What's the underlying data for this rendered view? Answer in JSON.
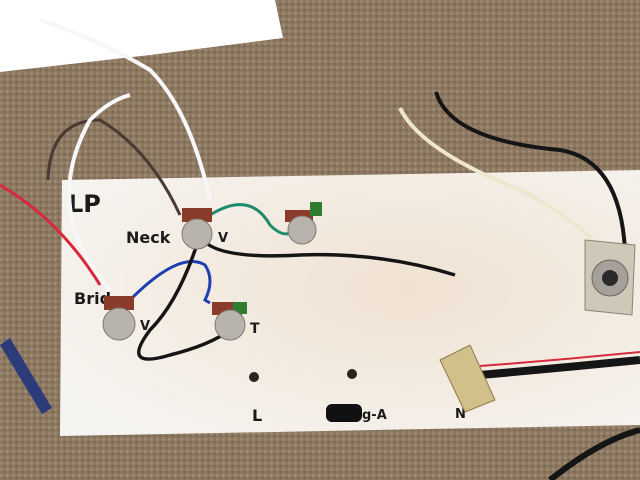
{
  "photo": {
    "board_labels": {
      "title": "LP",
      "neck": "Neck",
      "bridge": "Brid",
      "neck_pot_mark": "V",
      "bridge_pot_mark": "V",
      "tone_pot_mark": "T",
      "hole_left": "L",
      "hole_right": "g-A",
      "switch_mark": "N"
    },
    "colors": {
      "carpet": "#8a7560",
      "board": "#f4f1ec",
      "paper": "#ffffff",
      "wire_black": "#151515",
      "wire_white": "#f7f7fa",
      "wire_blue": "#1e3fb0",
      "wire_green": "#1d8a6a",
      "wire_brown": "#4a3a34",
      "wire_red": "#d8283c",
      "wire_cream": "#eee6cf"
    }
  }
}
